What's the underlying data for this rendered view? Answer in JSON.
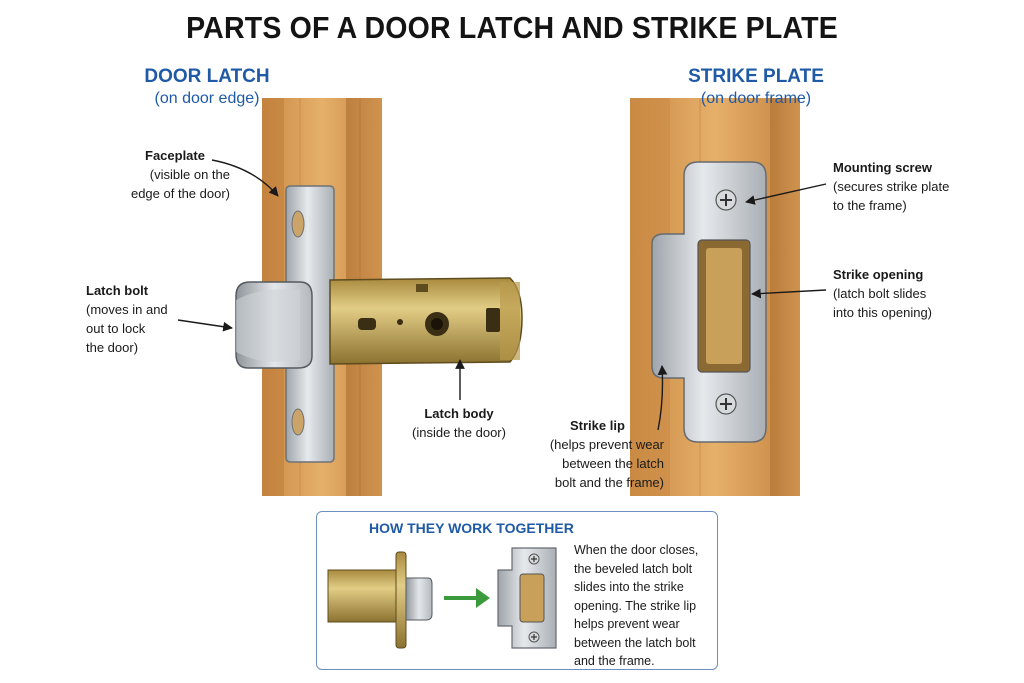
{
  "title": "PARTS OF A DOOR LATCH AND STRIKE PLATE",
  "latch_section": {
    "heading": "DOOR LATCH",
    "subheading": "(on door edge)",
    "labels": {
      "faceplate": {
        "title": "Faceplate",
        "desc_1": "(visible on the",
        "desc_2": "edge of the door)"
      },
      "latch_bolt": {
        "title": "Latch bolt",
        "desc_1": "(moves in and",
        "desc_2": "out to lock",
        "desc_3": "the door)"
      },
      "latch_body": {
        "title": "Latch body",
        "desc_1": "(inside the door)"
      }
    }
  },
  "strike_section": {
    "heading": "STRIKE PLATE",
    "subheading": "(on door frame)",
    "labels": {
      "mounting_screw": {
        "title": "Mounting screw",
        "desc_1": "(secures strike plate",
        "desc_2": "to the frame)"
      },
      "strike_opening": {
        "title": "Strike opening",
        "desc_1": "(latch bolt slides",
        "desc_2": "into this opening)"
      },
      "strike_lip": {
        "title": "Strike lip",
        "desc_1": "(helps prevent wear",
        "desc_2": "between the latch",
        "desc_3": "bolt and the frame)"
      }
    }
  },
  "how_it_works": {
    "title": "HOW THEY WORK TOGETHER",
    "lines": [
      "When the door closes,",
      "the beveled latch bolt",
      "slides into the strike",
      "opening. The strike lip",
      "helps prevent wear",
      "between the latch bolt",
      "and the frame."
    ]
  },
  "colors": {
    "heading_blue": "#1f5aa6",
    "wood": "#d9a05a",
    "brass": "#c9ac5c",
    "steel": "#c9cdd1",
    "arrow_green": "#3b9a3b"
  }
}
